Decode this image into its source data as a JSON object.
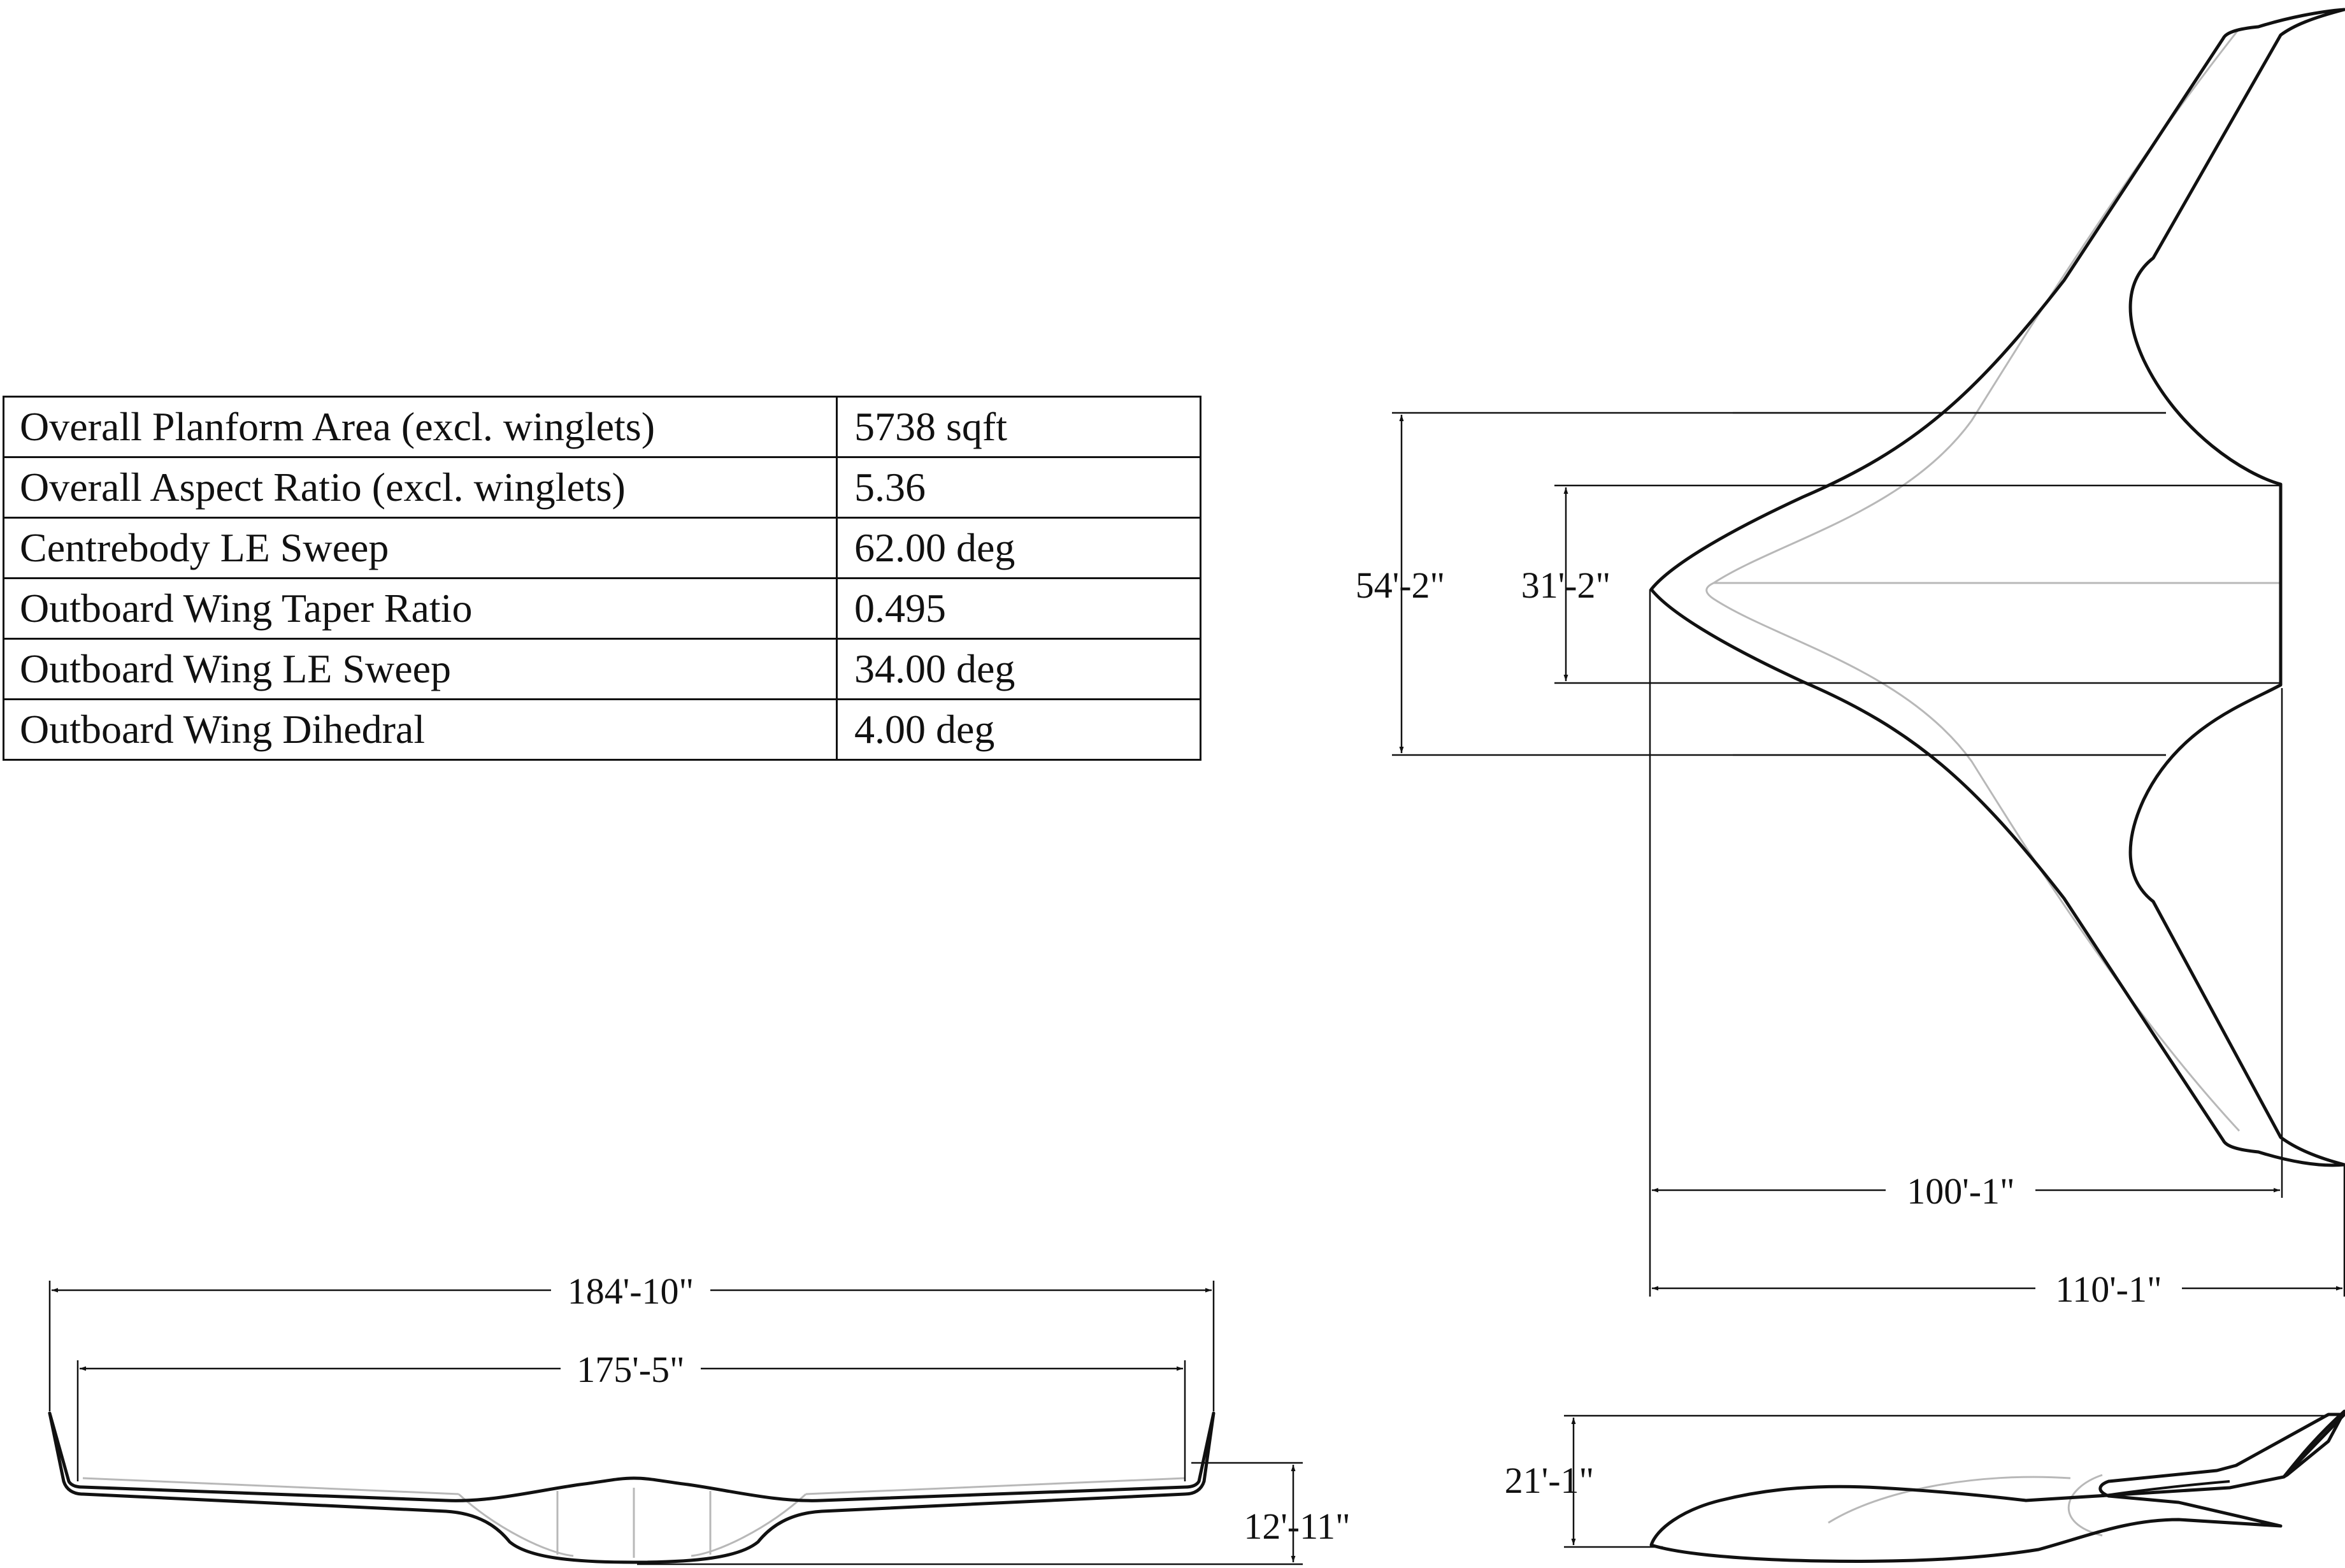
{
  "specs": {
    "rows": [
      {
        "label": "Overall Planform Area (excl. winglets)",
        "value": "5738 sqft"
      },
      {
        "label": "Overall Aspect Ratio (excl. winglets)",
        "value": "5.36"
      },
      {
        "label": "Centrebody LE Sweep",
        "value": "62.00 deg"
      },
      {
        "label": "Outboard Wing Taper Ratio",
        "value": "0.495"
      },
      {
        "label": "Outboard Wing LE Sweep",
        "value": "34.00 deg"
      },
      {
        "label": "Outboard Wing Dihedral",
        "value": "4.00 deg"
      }
    ]
  },
  "planform": {
    "dim_outer_width": "54'-2\"",
    "dim_inner_width": "31'-2\"",
    "dim_length_inner": "100'-1\"",
    "dim_length_overall": "110'-1\""
  },
  "front_view": {
    "dim_span_overall": "184'-10\"",
    "dim_span_inner": "175'-5\"",
    "dim_height": "12'-11\""
  },
  "side_view": {
    "dim_height": "21'-1\""
  }
}
